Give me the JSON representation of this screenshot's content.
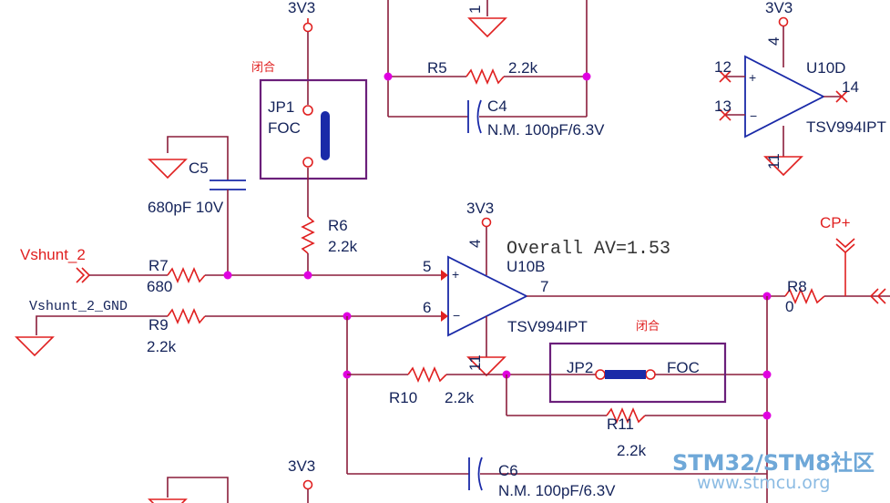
{
  "labels": {
    "v3_top_left": "3V3",
    "v3_top_right": "3V3",
    "v3_u10b": "3V3",
    "v3_bottom": "3V3",
    "jp1_ref": "JP1",
    "jp1_val": "FOC",
    "jp1_note": "闭合",
    "jp2_ref": "JP2",
    "jp2_val": "FOC",
    "jp2_note": "闭合",
    "c5_ref": "C5",
    "c5_val": "680pF 10V",
    "r6_ref": "R6",
    "r6_val": "2.2k",
    "r7_ref": "R7",
    "r7_val": "680",
    "r9_ref": "R9",
    "r9_val": "2.2k",
    "r5_ref": "R5",
    "r5_val": "2.2k",
    "c4_ref": "C4",
    "c4_val": "N.M. 100pF/6.3V",
    "r10_ref": "R10",
    "r10_val": "2.2k",
    "r11_ref": "R11",
    "r11_val": "2.2k",
    "r8_ref": "R8",
    "r8_val": "0",
    "c6_ref": "C6",
    "c6_val": "N.M. 100pF/6.3V",
    "u10b_ref": "U10B",
    "u10b_part": "TSV994IPT",
    "u10b_pin4": "4",
    "u10b_pin5": "5",
    "u10b_pin6": "6",
    "u10b_pin7": "7",
    "u10b_pin11": "11",
    "u10d_ref": "U10D",
    "u10d_part": "TSV994IPT",
    "u10d_pin4": "4",
    "u10d_pin12": "12",
    "u10d_pin13": "13",
    "u10d_pin14": "14",
    "u10d_pin11": "11",
    "top_pin1": "1",
    "net_vshunt2": "Vshunt_2",
    "net_vshunt2_gnd": "Vshunt_2_GND",
    "net_cp": "CP+",
    "gain_note": "Overall AV=1.53",
    "plus": "+",
    "minus": "−"
  },
  "watermark": {
    "line1": "STM32/STM8社区",
    "line2": "www.stmcu.org"
  },
  "colors": {
    "wire": "#8a1d3a",
    "component": "#1a2aa8",
    "power_symbol": "#e02020",
    "junction": "#e000e0",
    "jumper_box": "#6b1f7a",
    "text": "#14235a"
  }
}
